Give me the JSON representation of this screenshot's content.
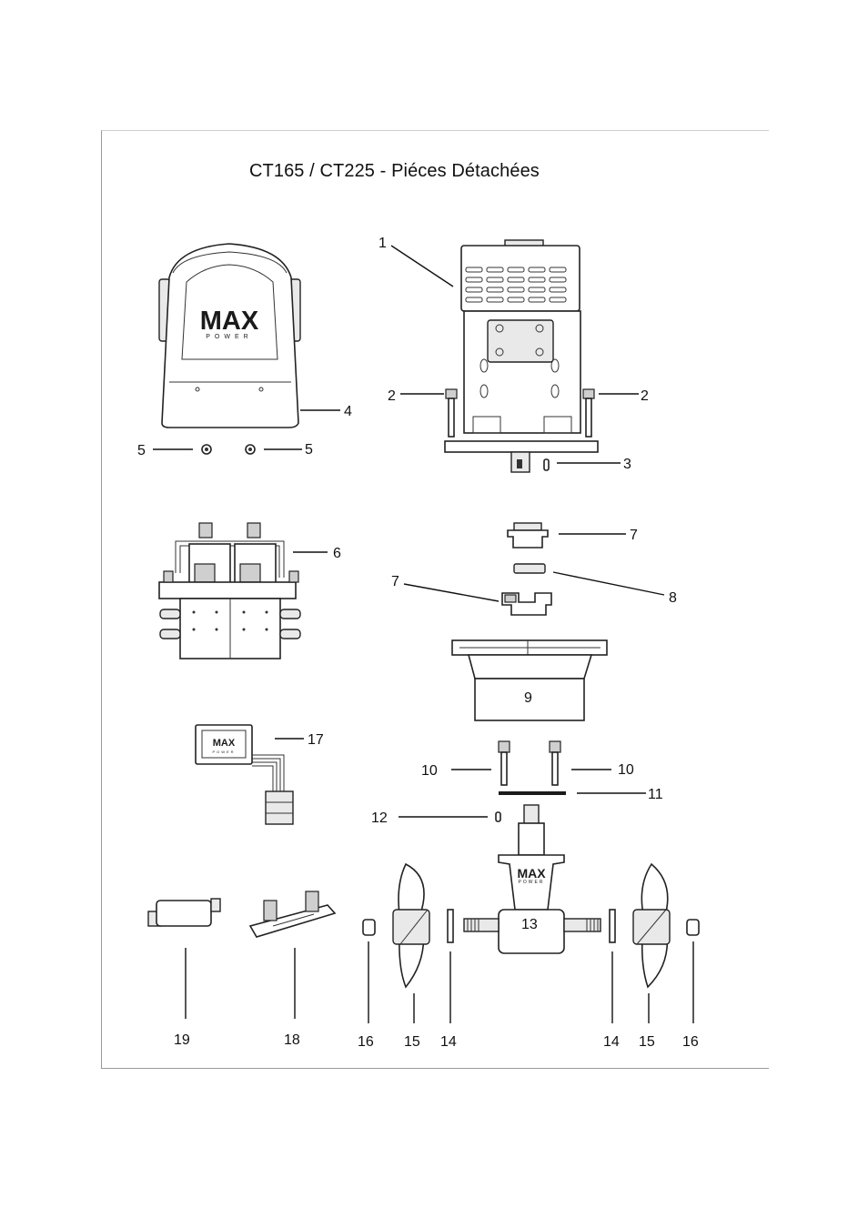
{
  "title": "CT165 / CT225 - Piéces Détachées",
  "logo": {
    "brand": "MAX",
    "tagline": "POWER"
  },
  "callouts": [
    "1",
    "2",
    "2",
    "3",
    "4",
    "5",
    "5",
    "6",
    "7",
    "7",
    "8",
    "9",
    "10",
    "10",
    "11",
    "12",
    "13",
    "14",
    "14",
    "15",
    "15",
    "16",
    "16",
    "17",
    "18",
    "19"
  ]
}
